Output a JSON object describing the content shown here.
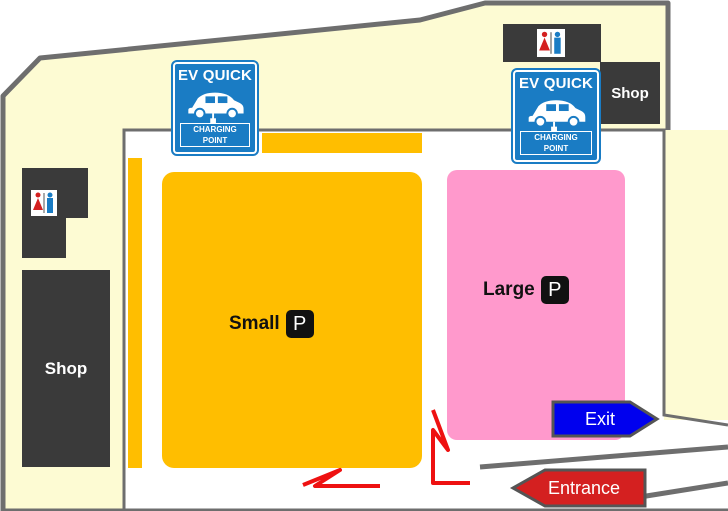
{
  "map": {
    "ev_sign_left": {
      "title": "EV QUICK",
      "subtitle": "CHARGING POINT",
      "icon": "ev-car-charger-icon"
    },
    "ev_sign_right": {
      "title": "EV QUICK",
      "subtitle": "CHARGING POINT",
      "icon": "ev-car-charger-icon"
    },
    "shop_left": {
      "label": "Shop"
    },
    "shop_right": {
      "label": "Shop"
    },
    "restroom_left": {
      "icon": "restroom-icon"
    },
    "restroom_right": {
      "icon": "restroom-icon"
    },
    "zone_small": {
      "label": "Small",
      "badge": "P",
      "color": "#ffbe00"
    },
    "zone_large": {
      "label": "Large",
      "badge": "P",
      "color": "#ff99cc"
    },
    "exit": {
      "label": "Exit",
      "color": "#0000ee"
    },
    "entrance": {
      "label": "Entrance",
      "color": "#d42020"
    },
    "colors": {
      "ground": "#fdfbd3",
      "wall": "#6e6e6e",
      "shop": "#3a3a3a",
      "ev_blue": "#1a7cc4",
      "guide": "#ee1111"
    }
  }
}
